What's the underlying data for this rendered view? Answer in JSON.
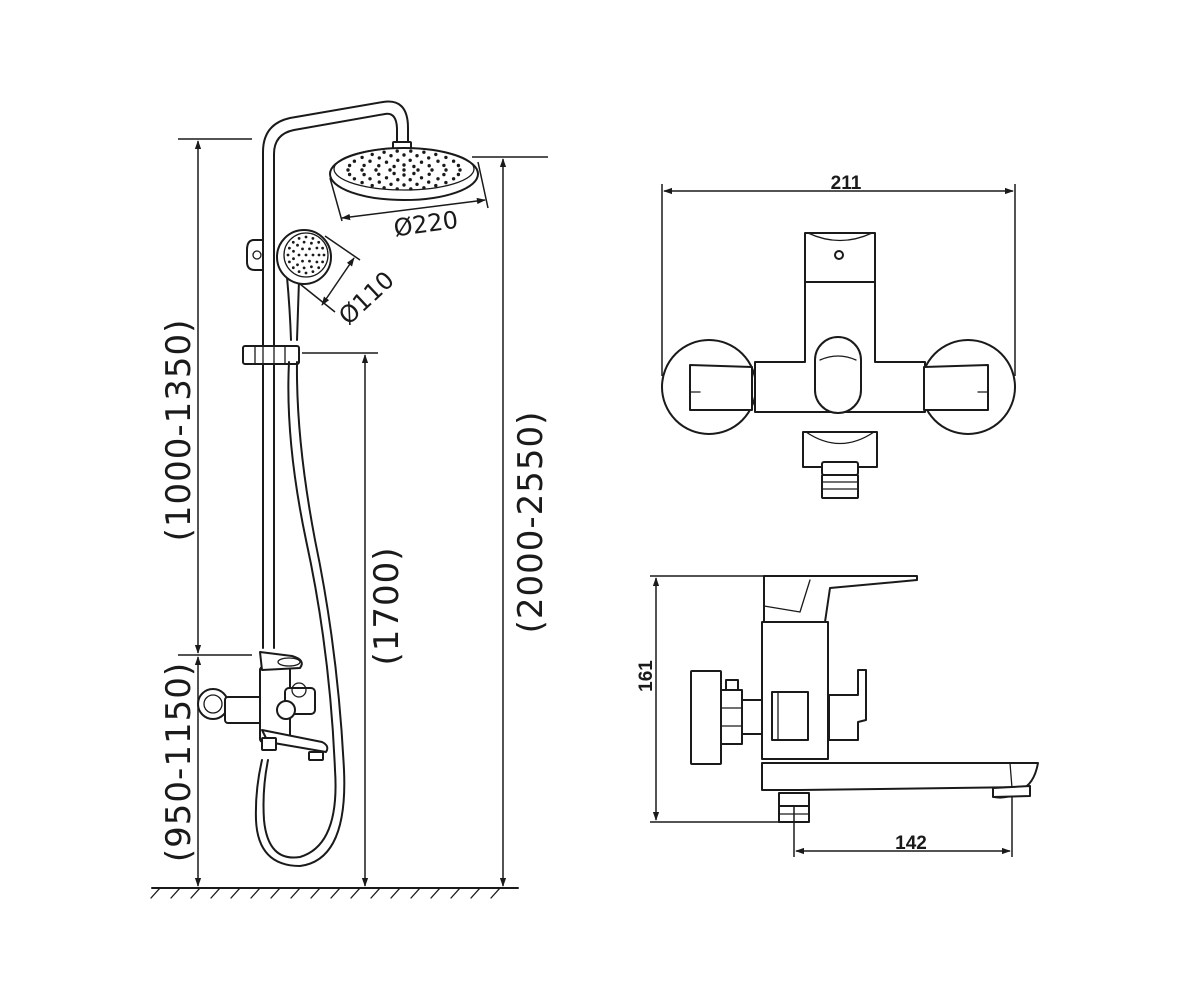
{
  "dimensions": {
    "rail_height": "(1000-1350)",
    "mixer_height": "(950-1150)",
    "holder_height": "(1700)",
    "overall_height": "(2000-2550)",
    "rain_head_diameter": "Ø220",
    "hand_shower_diameter": "Ø110",
    "mixer_width": "211",
    "mixer_depth": "161",
    "spout_length": "142"
  },
  "colors": {
    "line": "#1a1a1a",
    "background": "#ffffff"
  }
}
